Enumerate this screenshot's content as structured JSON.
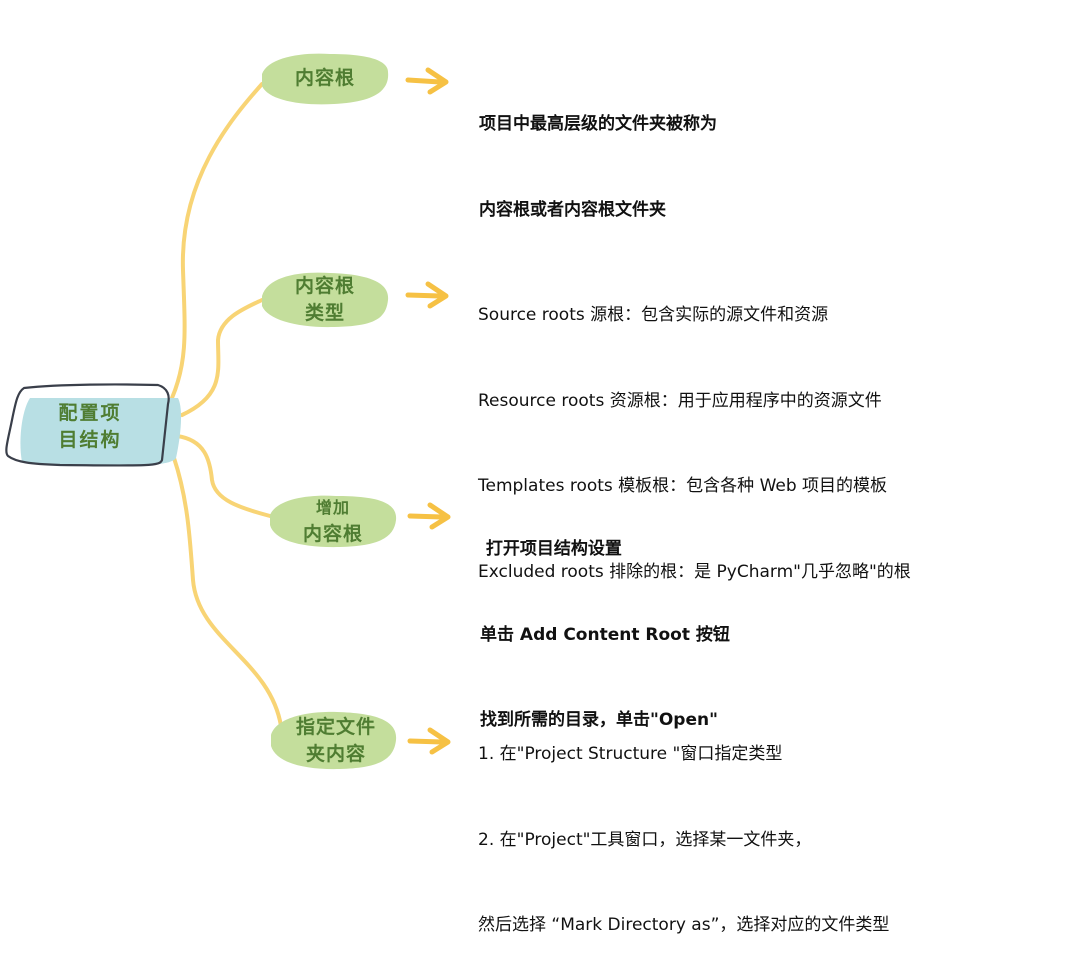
{
  "root": {
    "label_lines": [
      "配置项",
      "目结构"
    ]
  },
  "colors": {
    "branch_line": "#f8d475",
    "arrow": "#f6c144",
    "topic_fill": "#c4de9c",
    "root_fill": "#b8dfe4",
    "root_outline": "#3a3f4a",
    "label_text": "#4f7d32",
    "desc_text": "#111111"
  },
  "topics": [
    {
      "label_lines": [
        "内容根"
      ],
      "description": [
        "项目中最高层级的文件夹被称为",
        "内容根或者内容根文件夹"
      ]
    },
    {
      "label_lines": [
        "内容根",
        "类型"
      ],
      "description": [
        "Source roots 源根：包含实际的源文件和资源",
        "Resource roots 资源根：用于应用程序中的资源文件",
        "Templates roots 模板根：包含各种 Web 项目的模板",
        "Excluded roots 排除的根：是 PyCharm\"几乎忽略\"的根"
      ]
    },
    {
      "label_lines": [
        "增加",
        "内容根"
      ],
      "description": [
        " 打开项目结构设置",
        "单击 Add Content Root 按钮",
        "找到所需的目录，单击\"Open\""
      ]
    },
    {
      "label_lines": [
        "指定文件",
        "夹内容"
      ],
      "description": [
        "1. 在\"Project Structure \"窗口指定类型",
        "2. 在\"Project\"工具窗口，选择某一文件夹，",
        "然后选择 “Mark Directory as”，选择对应的文件类型"
      ]
    }
  ]
}
